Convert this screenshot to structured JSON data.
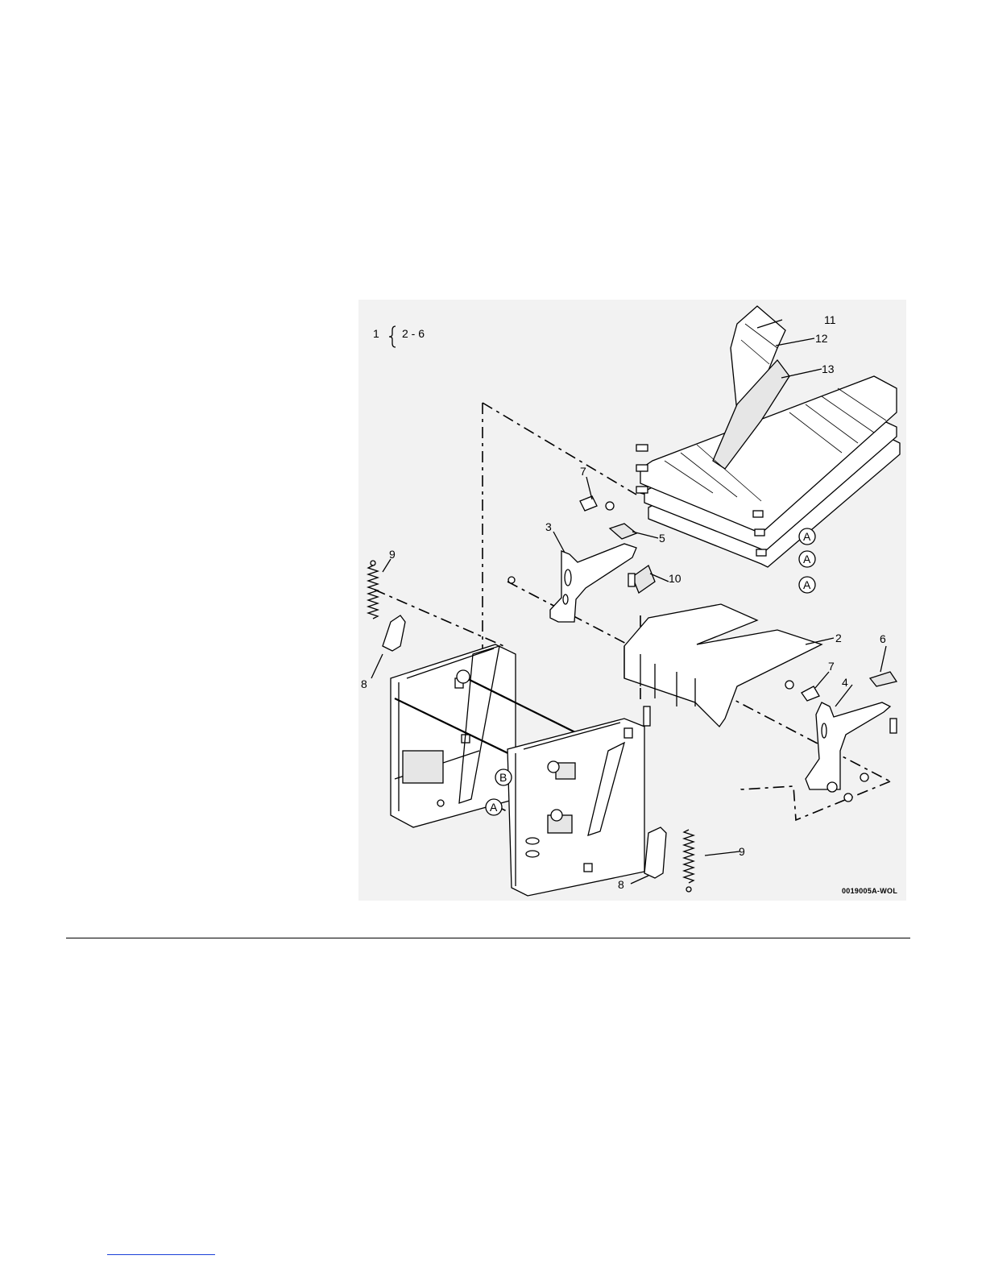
{
  "diagram": {
    "group_label": {
      "number": "1",
      "range": "2 - 6"
    },
    "callouts": [
      "2",
      "3",
      "4",
      "5",
      "6",
      "7",
      "7",
      "8",
      "8",
      "9",
      "9",
      "10",
      "11",
      "12",
      "13"
    ],
    "circled_refs": [
      "A",
      "A",
      "A",
      "A",
      "B"
    ],
    "figure_code": "0019005A-WOL"
  },
  "colors": {
    "background": "#f2f2f2",
    "line": "#000000",
    "link_rule": "#1a3fd8"
  }
}
